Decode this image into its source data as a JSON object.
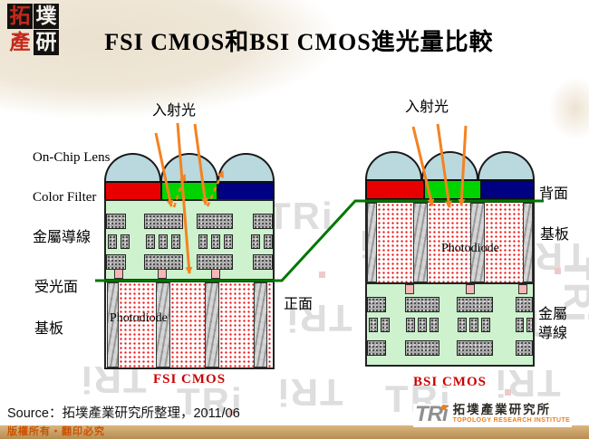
{
  "header": {
    "logo_chars": [
      "拓",
      "墣",
      "產",
      "研"
    ],
    "title": "FSI CMOS和BSI CMOS進光量比較"
  },
  "fsi": {
    "incident": "入射光",
    "label_lens": "On-Chip Lens",
    "label_filter": "Color Filter",
    "label_metal": "金屬導線",
    "label_surface": "受光面",
    "label_substrate": "基板",
    "photodiode": "Photodiode",
    "caption": "FSI CMOS",
    "front": "正面"
  },
  "bsi": {
    "incident": "入射光",
    "label_back": "背面",
    "label_substrate": "基板",
    "label_metal": "金屬導線",
    "photodiode": "Photodiode",
    "caption": "BSI CMOS"
  },
  "footer": {
    "source": "Source：拓墣產業研究所整理，2011/06",
    "copyright": "版權所有‧翻印必究",
    "logo_text": "TRi",
    "logo_cn": "拓墣產業研究所",
    "logo_en": "TOPOLOGY RESEARCH INSTITUTE"
  },
  "watermark": {
    "text": "TRi"
  },
  "colors": {
    "filter_red": "#e80000",
    "filter_green": "#00d400",
    "filter_blue": "#000082",
    "lens_blue": "#bad9de",
    "body_green": "#cdf2cd",
    "surface_line_green": "#007700",
    "arrow_orange": "#f58220",
    "caption_red": "#cc0000",
    "footer_bar_tan": "#c49a62",
    "logo_orange": "#ef7d1a"
  }
}
